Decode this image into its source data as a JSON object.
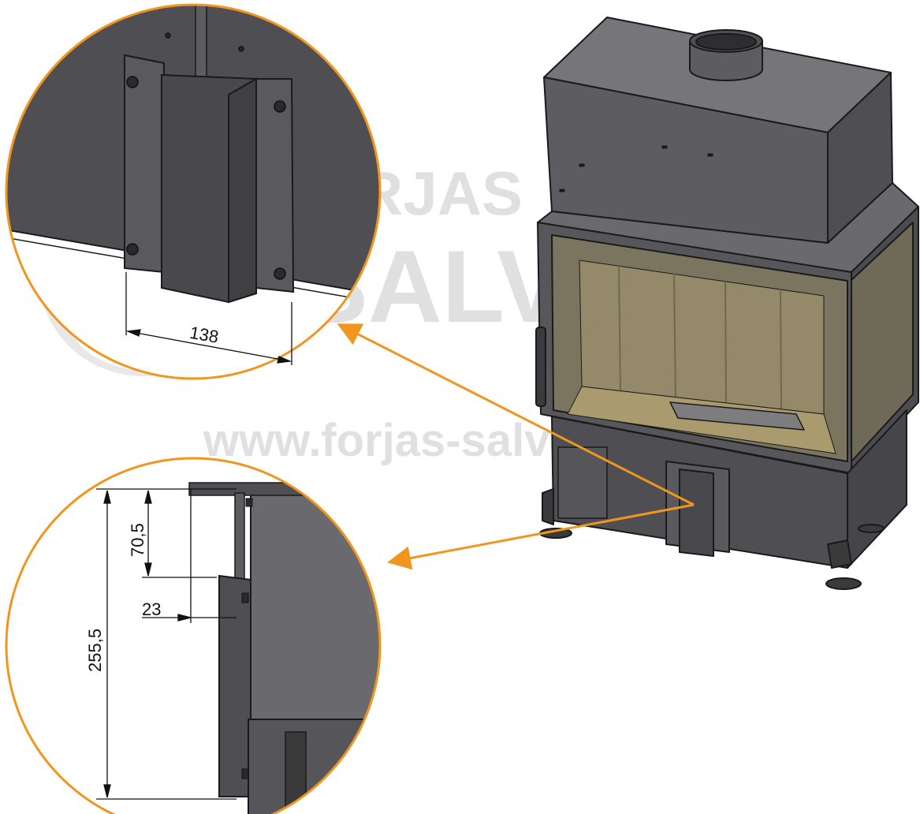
{
  "watermark": {
    "brand_top": "RJAS",
    "brand_bottom": "SALV",
    "website": "www.forjas-salv"
  },
  "dimensions": {
    "width_front": "138",
    "height_top": "70,5",
    "offset": "23",
    "height_total": "255,5"
  },
  "colors": {
    "steel_dark": "#4f4f53",
    "steel_mid": "#5d5d61",
    "steel_light": "#76767a",
    "glass": "#7b7560",
    "firebrick": "#a99b6e",
    "accent_orange": "#f0961e",
    "watermark_gray": "#d6d6d6"
  }
}
